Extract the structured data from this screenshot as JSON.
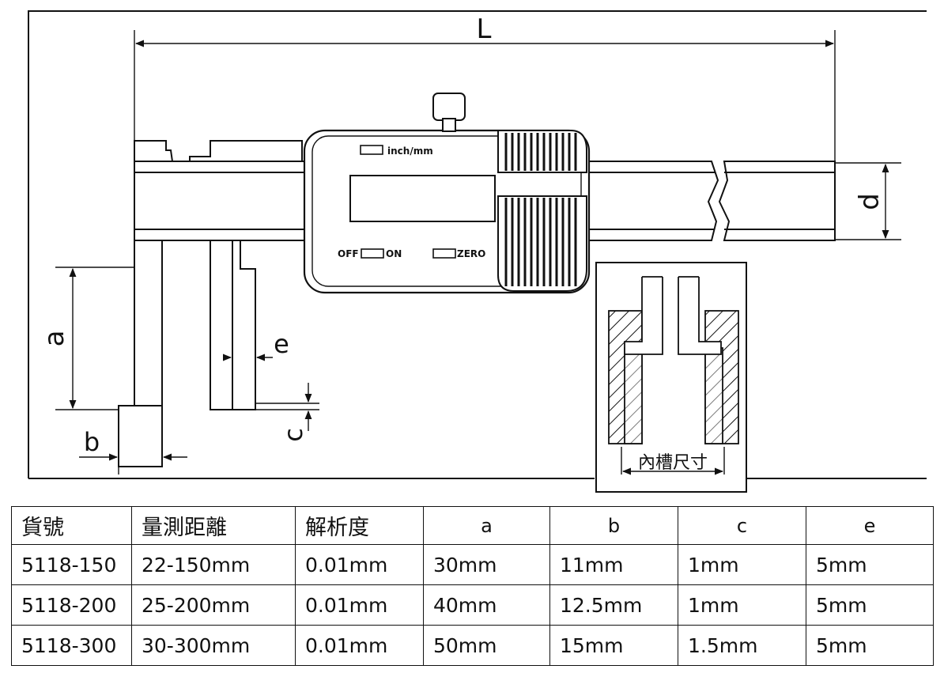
{
  "diagram": {
    "dimension_labels": {
      "L": "L",
      "d": "d",
      "a": "a",
      "b": "b",
      "c": "c",
      "e": "e"
    },
    "display_labels": {
      "inch_mm": "inch/mm",
      "off": "OFF",
      "on": "ON",
      "zero": "ZERO"
    },
    "inset_caption": "內槽尺寸"
  },
  "table": {
    "headers": [
      "貨號",
      "量測距離",
      "解析度",
      "a",
      "b",
      "c",
      "e"
    ],
    "rows": [
      [
        "5118-150",
        "22-150mm",
        "0.01mm",
        "30mm",
        "11mm",
        "1mm",
        "5mm"
      ],
      [
        "5118-200",
        "25-200mm",
        "0.01mm",
        "40mm",
        "12.5mm",
        "1mm",
        "5mm"
      ],
      [
        "5118-300",
        "30-300mm",
        "0.01mm",
        "50mm",
        "15mm",
        "1.5mm",
        "5mm"
      ]
    ]
  }
}
